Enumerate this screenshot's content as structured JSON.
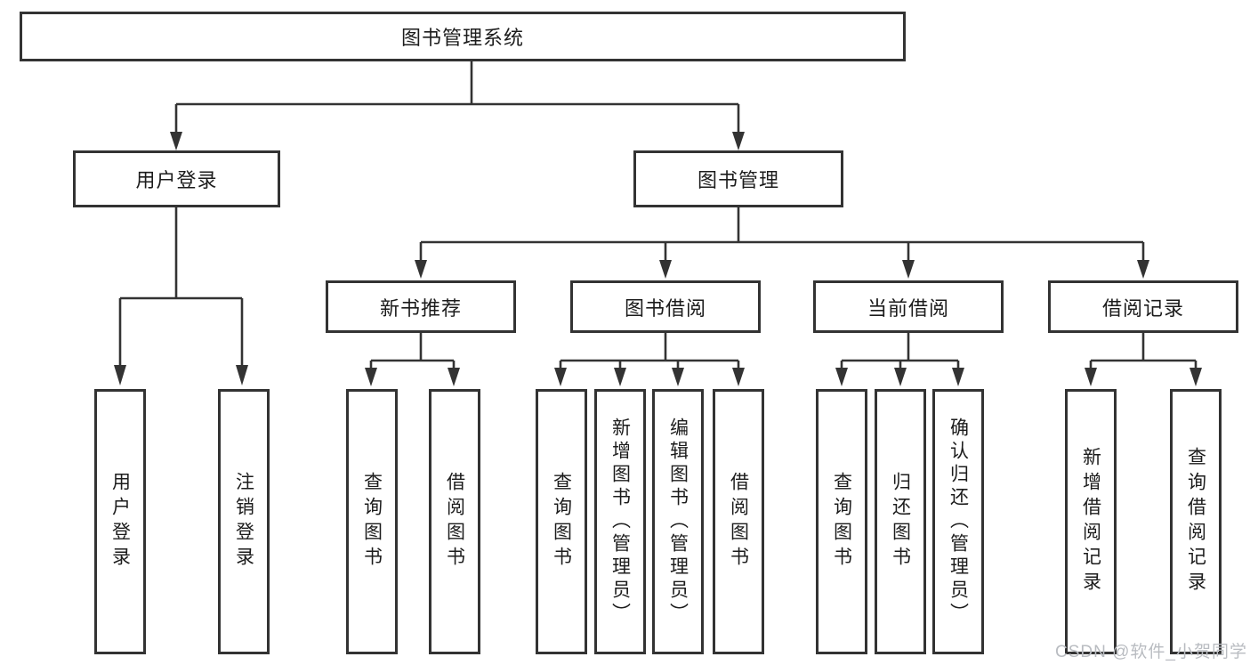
{
  "diagram_title": "图书管理系统",
  "tree": {
    "root": {
      "label": "图书管理系统"
    },
    "branches": [
      {
        "label": "用户登录",
        "children": [
          {
            "label": "用户登录"
          },
          {
            "label": "注销登录"
          }
        ]
      },
      {
        "label": "图书管理",
        "children": [
          {
            "label": "新书推荐",
            "children": [
              {
                "label": "查询图书"
              },
              {
                "label": "借阅图书"
              }
            ]
          },
          {
            "label": "图书借阅",
            "children": [
              {
                "label": "查询图书"
              },
              {
                "label": "新增图书（管理员）"
              },
              {
                "label": "编辑图书（管理员）"
              },
              {
                "label": "借阅图书"
              }
            ]
          },
          {
            "label": "当前借阅",
            "children": [
              {
                "label": "查询图书"
              },
              {
                "label": "归还图书"
              },
              {
                "label": "确认归还（管理员）"
              }
            ]
          },
          {
            "label": "借阅记录",
            "children": [
              {
                "label": "新增借阅记录"
              },
              {
                "label": "查询借阅记录"
              }
            ]
          }
        ]
      }
    ]
  },
  "watermark": {
    "text": "CSDN @软件_小贺同学",
    "color": "#b9bcc1"
  },
  "style": {
    "line_color": "#333333",
    "box_border_color": "#333333",
    "box_background": "#ffffff",
    "text_color": "#1c1c1c"
  }
}
